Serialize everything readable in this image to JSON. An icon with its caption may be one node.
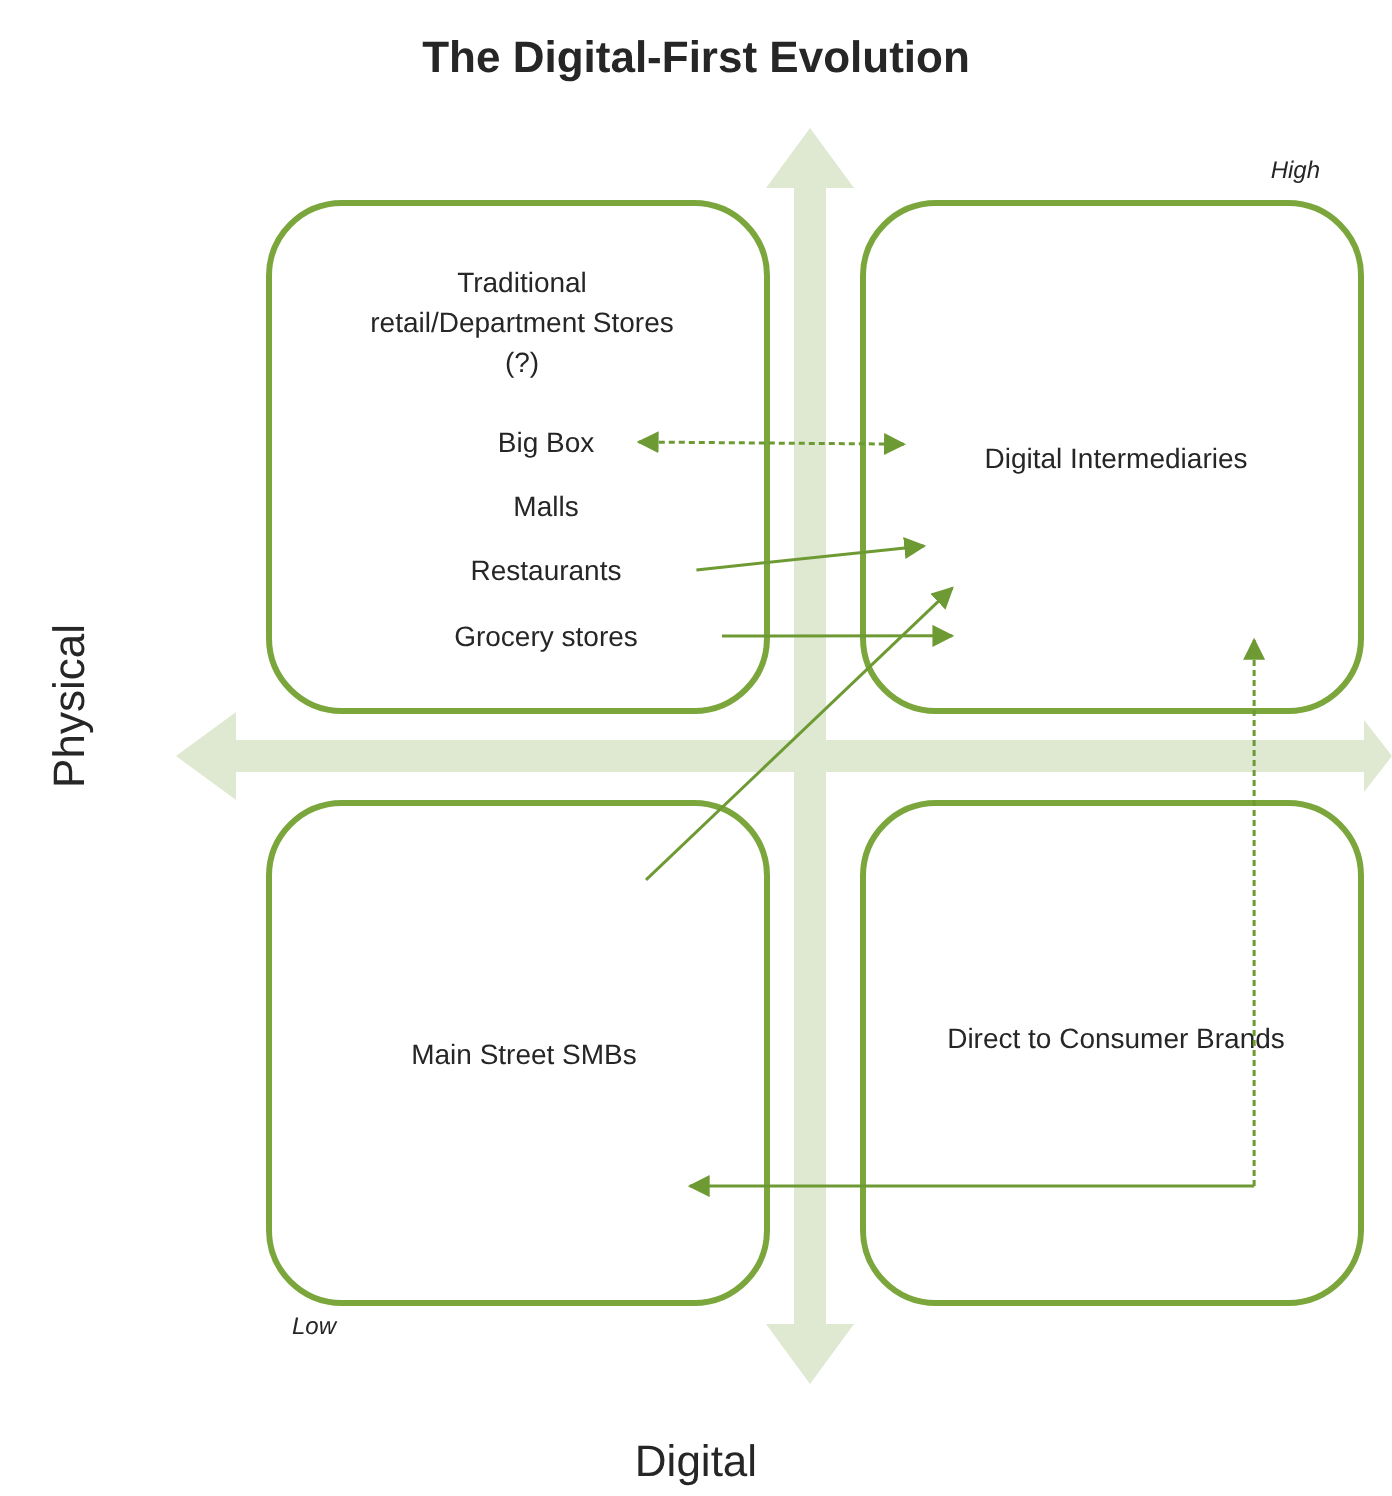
{
  "diagram": {
    "title": "The Digital-First Evolution",
    "nodes": [
      {
        "text": [
          "Traditional retail/Department Stores (?)"
        ]
      },
      {
        "text": [
          "Big Box"
        ],
        "in": 0
      },
      {
        "text": [
          "Malls"
        ],
        "in": 0
      },
      {
        "text": [
          "Restaurants"
        ],
        "in": 0
      },
      {
        "text": [
          "Grocery stores"
        ],
        "in": 0
      },
      {
        "text": [
          "Digital Intermediaries"
        ]
      },
      {
        "text": [
          "Main Street SMBs"
        ]
      },
      {
        "text": [
          "Direct to Consumer Brands"
        ]
      }
    ],
    "edges": [
      {
        "from": 1,
        "to": 5,
        "arrow": "both",
        "style": "dashed"
      },
      {
        "from": 3,
        "to": 5,
        "arrow": "to"
      },
      {
        "from": 4,
        "to": 5,
        "arrow": "to"
      },
      {
        "from": 6,
        "to": 5,
        "arrow": "to"
      },
      {
        "from": 7,
        "to": 6,
        "arrow": "to"
      },
      {
        "from": 7,
        "to": 5,
        "arrow": "to",
        "style": "dashed"
      }
    ],
    "labels": [
      "High",
      "Physical",
      "Low",
      "Digital"
    ]
  }
}
